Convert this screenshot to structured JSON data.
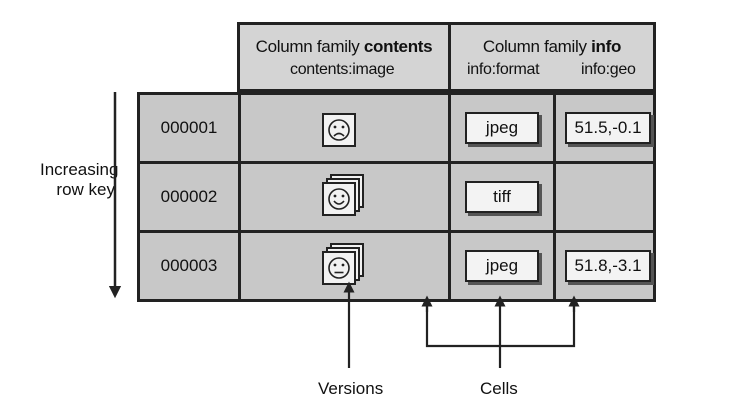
{
  "header": {
    "contents": {
      "prefix": "Column family ",
      "name": "contents",
      "column": "contents:image"
    },
    "info": {
      "prefix": "Column family ",
      "name": "info",
      "column_format": "info:format",
      "column_geo": "info:geo"
    }
  },
  "rows": [
    {
      "key": "000001",
      "format": "jpeg",
      "geo": "51.5,-0.1",
      "image_versions": 1,
      "face": "sad"
    },
    {
      "key": "000002",
      "format": "tiff",
      "geo": "",
      "image_versions": 3,
      "face": "happy"
    },
    {
      "key": "000003",
      "format": "jpeg",
      "geo": "51.8,-3.1",
      "image_versions": 3,
      "face": "neutral"
    }
  ],
  "row_key_label": [
    "Increasing",
    "row key"
  ],
  "versions_label": "Versions",
  "cells_label": "Cells",
  "colors": {
    "header_fill": "#d4d4d4",
    "row_fill": "#c8c8c8",
    "cell_fill": "#f3f3f3",
    "stroke": "#222222"
  }
}
